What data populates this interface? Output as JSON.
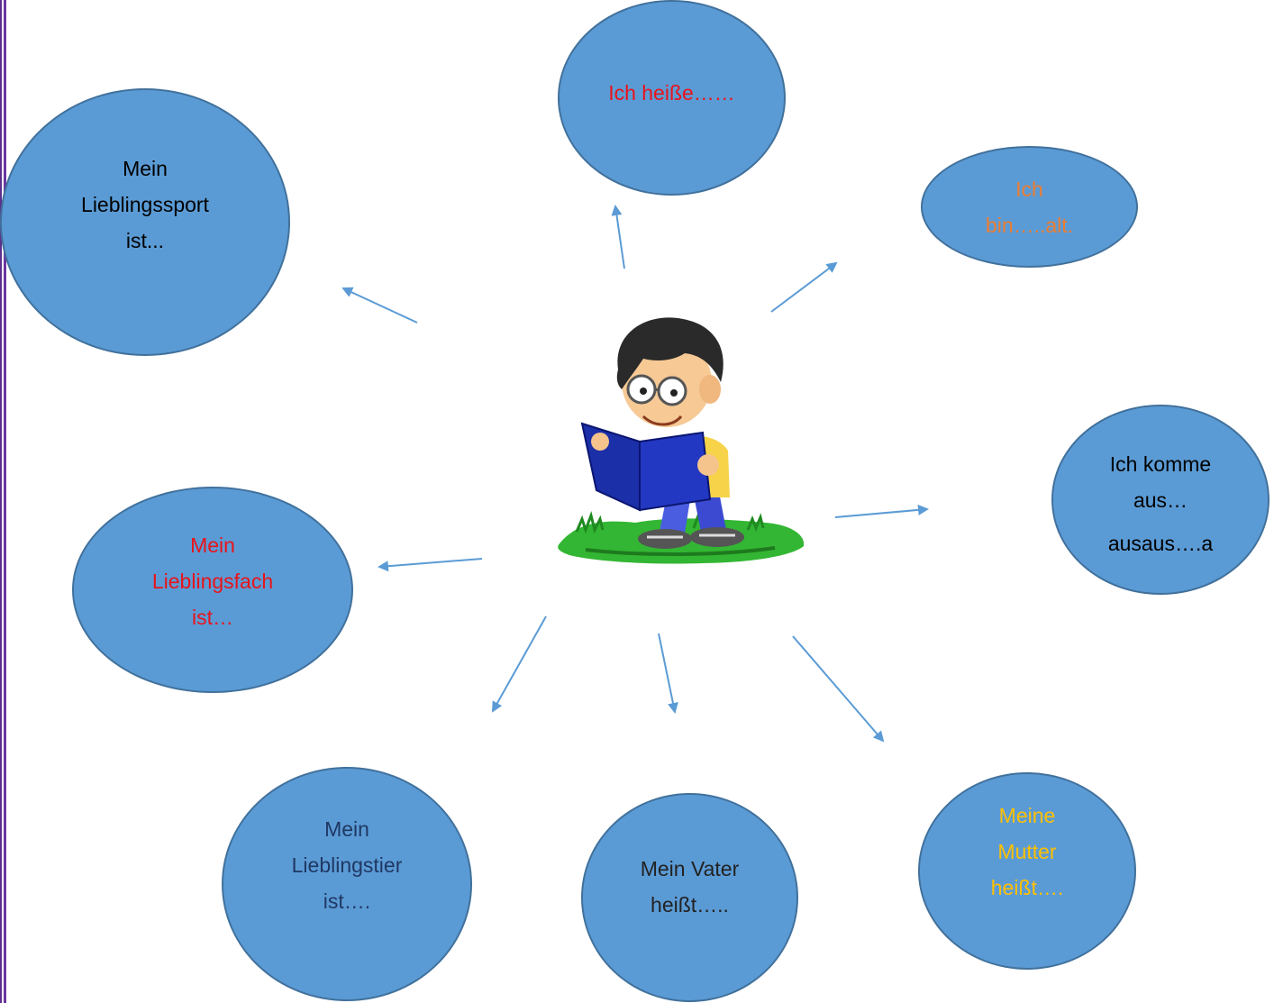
{
  "bubbles": {
    "name": {
      "text": "Ich heiße……",
      "color": "#e8141b"
    },
    "age": {
      "line1": "Ich",
      "line2": "bin…..alt.",
      "color": "#ed7d31"
    },
    "origin": {
      "line1": "Ich komme",
      "line2": "aus…",
      "line3": "ausaus….a",
      "color": "#000000"
    },
    "sport": {
      "line1": "Mein",
      "line2": "Lieblingssport",
      "line3": "ist...",
      "color": "#000000"
    },
    "subject": {
      "line1": "Mein",
      "line2": "Lieblingsfach",
      "line3": "ist…",
      "color": "#e8141b"
    },
    "animal": {
      "line1": "Mein",
      "line2": "Lieblingstier",
      "line3": "ist….",
      "color": "#1f3864"
    },
    "father": {
      "line1": "Mein Vater",
      "line2": "heißt…..",
      "color": "#222222"
    },
    "mother": {
      "line1": "Meine",
      "line2": "Mutter",
      "line3": "heißt….",
      "color": "#ffc000"
    }
  },
  "colors": {
    "bubble_fill": "#5b9bd5",
    "bubble_border": "#41719c",
    "arrow": "#5b9bd5",
    "page_border": "#6b36a0"
  },
  "illustration": {
    "icon": "boy-reading-book-icon"
  }
}
